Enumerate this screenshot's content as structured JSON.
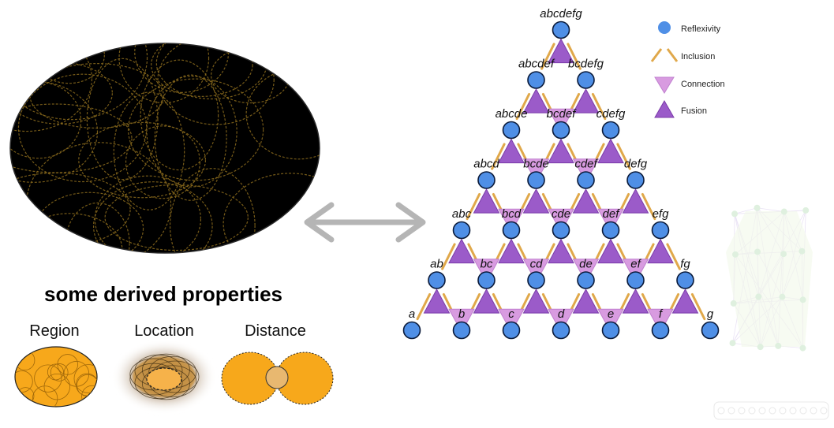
{
  "left_panel": {
    "heading": "some derived properties",
    "properties": [
      {
        "name": "Region"
      },
      {
        "name": "Location"
      },
      {
        "name": "Distance"
      }
    ]
  },
  "lattice": {
    "rows": [
      [
        "abcdefg"
      ],
      [
        "abcdef",
        "bcdefg"
      ],
      [
        "abcde",
        "bcdef",
        "cdefg"
      ],
      [
        "abcd",
        "bcde",
        "cdef",
        "defg"
      ],
      [
        "abc",
        "bcd",
        "cde",
        "def",
        "efg"
      ],
      [
        "ab",
        "bc",
        "cd",
        "de",
        "ef",
        "fg"
      ],
      [
        "a",
        "b",
        "c",
        "d",
        "e",
        "f",
        "g"
      ]
    ]
  },
  "legend": [
    {
      "key": "reflexivity",
      "label": "Reflexivity",
      "icon": "circle-icon"
    },
    {
      "key": "inclusion",
      "label": "Inclusion",
      "icon": "inclusion-lines-icon"
    },
    {
      "key": "connection",
      "label": "Connection",
      "icon": "down-triangle-icon"
    },
    {
      "key": "fusion",
      "label": "Fusion",
      "icon": "up-triangle-icon"
    }
  ],
  "colors": {
    "node_fill": "#4f8fe6",
    "node_stroke": "#0a1a3a",
    "inclusion": "#e0a84a",
    "connection": "#d89be0",
    "fusion": "#9b5bc9",
    "arrow": "#b5b5b5",
    "region_orange": "#f7a81b",
    "space_bg": "#000000",
    "circle_lines": "#8a6a1c"
  }
}
